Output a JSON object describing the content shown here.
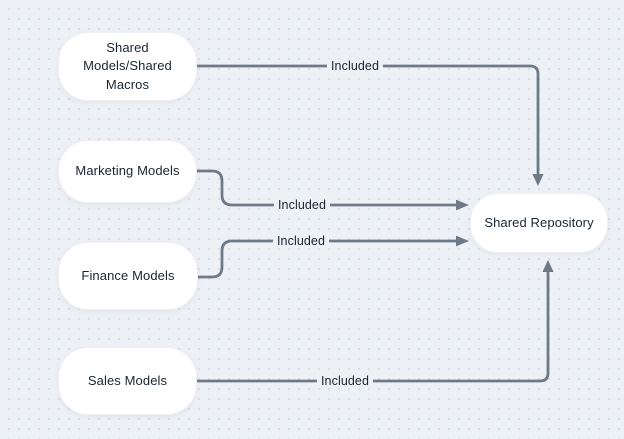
{
  "diagram": {
    "type": "flowchart",
    "colors": {
      "background": "#edf1f5",
      "grid_dot": "#d8dce3",
      "connector": "#6e7a88",
      "node_fill": "#ffffff",
      "text": "#1a2530"
    },
    "nodes": [
      {
        "id": "shared-models-macros",
        "label": "Shared\nModels/Shared\nMacros"
      },
      {
        "id": "marketing-models",
        "label": "Marketing Models"
      },
      {
        "id": "finance-models",
        "label": "Finance Models"
      },
      {
        "id": "sales-models",
        "label": "Sales Models"
      },
      {
        "id": "shared-repository",
        "label": "Shared Repository"
      }
    ],
    "edges": [
      {
        "from": "shared-models-macros",
        "to": "shared-repository",
        "label": "Included"
      },
      {
        "from": "marketing-models",
        "to": "shared-repository",
        "label": "Included"
      },
      {
        "from": "finance-models",
        "to": "shared-repository",
        "label": "Included"
      },
      {
        "from": "sales-models",
        "to": "shared-repository",
        "label": "Included"
      }
    ]
  }
}
